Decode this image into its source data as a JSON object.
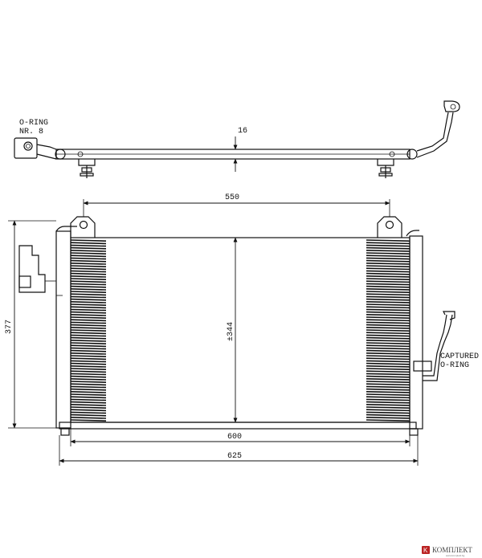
{
  "labels": {
    "oring_top_line1": "O-RING",
    "oring_top_line2": "NR. 8",
    "captured_line1": "CAPTURED",
    "captured_line2": "O-RING"
  },
  "dimensions": {
    "depth": "16",
    "top_width": "550",
    "core_height": "±344",
    "overall_height": "377",
    "core_width": "600",
    "overall_width": "625"
  },
  "watermark": {
    "brand": "КОМПЛЕКТ",
    "tagline": "www.komplekt.bg"
  }
}
